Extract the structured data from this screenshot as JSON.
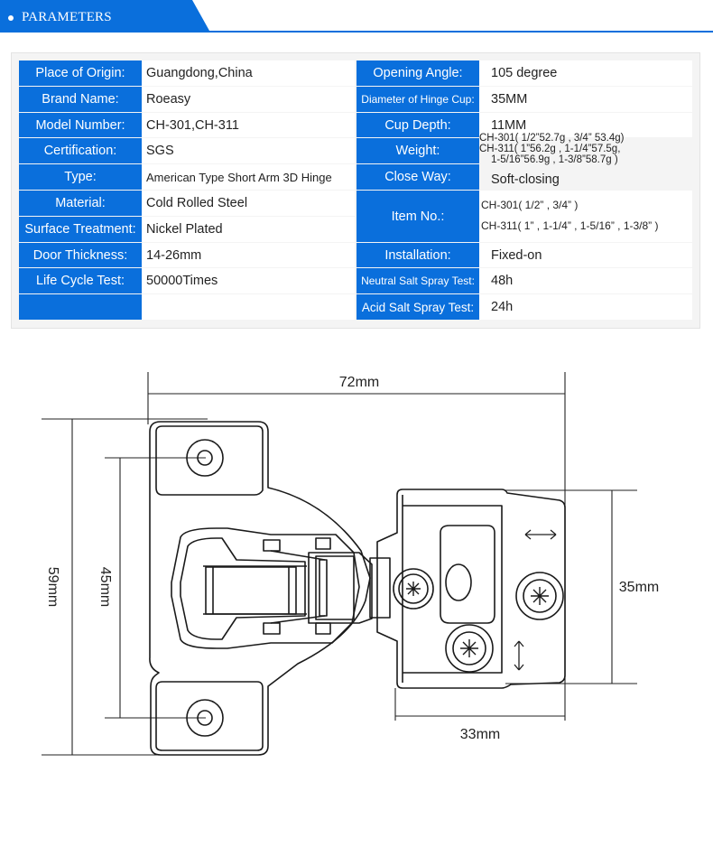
{
  "header": {
    "title": "PARAMETERS",
    "accent": "#0a6fdc"
  },
  "params": {
    "left": [
      {
        "label": "Place of Origin:",
        "value": "Guangdong,China"
      },
      {
        "label": "Brand Name:",
        "value": "Roeasy"
      },
      {
        "label": "Model Number:",
        "value": "CH-301,CH-311"
      },
      {
        "label": "Certification:",
        "value": "SGS"
      },
      {
        "label": "Type:",
        "value": "American Type Short Arm 3D Hinge"
      },
      {
        "label": "Material:",
        "value": "Cold Rolled Steel"
      },
      {
        "label": "Surface Treatment:",
        "value": "Nickel Plated"
      },
      {
        "label": "Door Thickness:",
        "value": "14-26mm"
      },
      {
        "label": "Life Cycle Test:",
        "value": "50000Times"
      },
      {
        "label": "",
        "value": ""
      }
    ],
    "right": [
      {
        "label": "Opening Angle:",
        "value": "105 degree"
      },
      {
        "label": "Diameter of Hinge Cup:",
        "value": "35MM"
      },
      {
        "label": "Cup Depth:",
        "value": "11MM"
      },
      {
        "label": "Weight:",
        "lines": [
          "CH-301( 1/2”52.7g , 3/4” 53.4g)",
          "CH-311( 1”56.2g , 1-1/4”57.5g,",
          "1-5/16”56.9g , 1-3/8”58.7g )"
        ]
      },
      {
        "label": "Close Way:",
        "value": "Soft-closing"
      },
      {
        "label": "Item No.:",
        "lines": [
          "CH-301( 1/2” , 3/4” )",
          "CH-311( 1” , 1-1/4” , 1-5/16” , 1-3/8” )"
        ]
      },
      {
        "label": "Installation:",
        "value": "Fixed-on"
      },
      {
        "label": "Neutral Salt Spray Test:",
        "value": "48h"
      },
      {
        "label": "Acid Salt Spray Test:",
        "value": "24h"
      }
    ]
  },
  "diagram": {
    "width": "72mm",
    "height": "59mm",
    "hole_spacing": "45mm",
    "cup_diameter": "35mm",
    "arm_length": "33mm"
  }
}
